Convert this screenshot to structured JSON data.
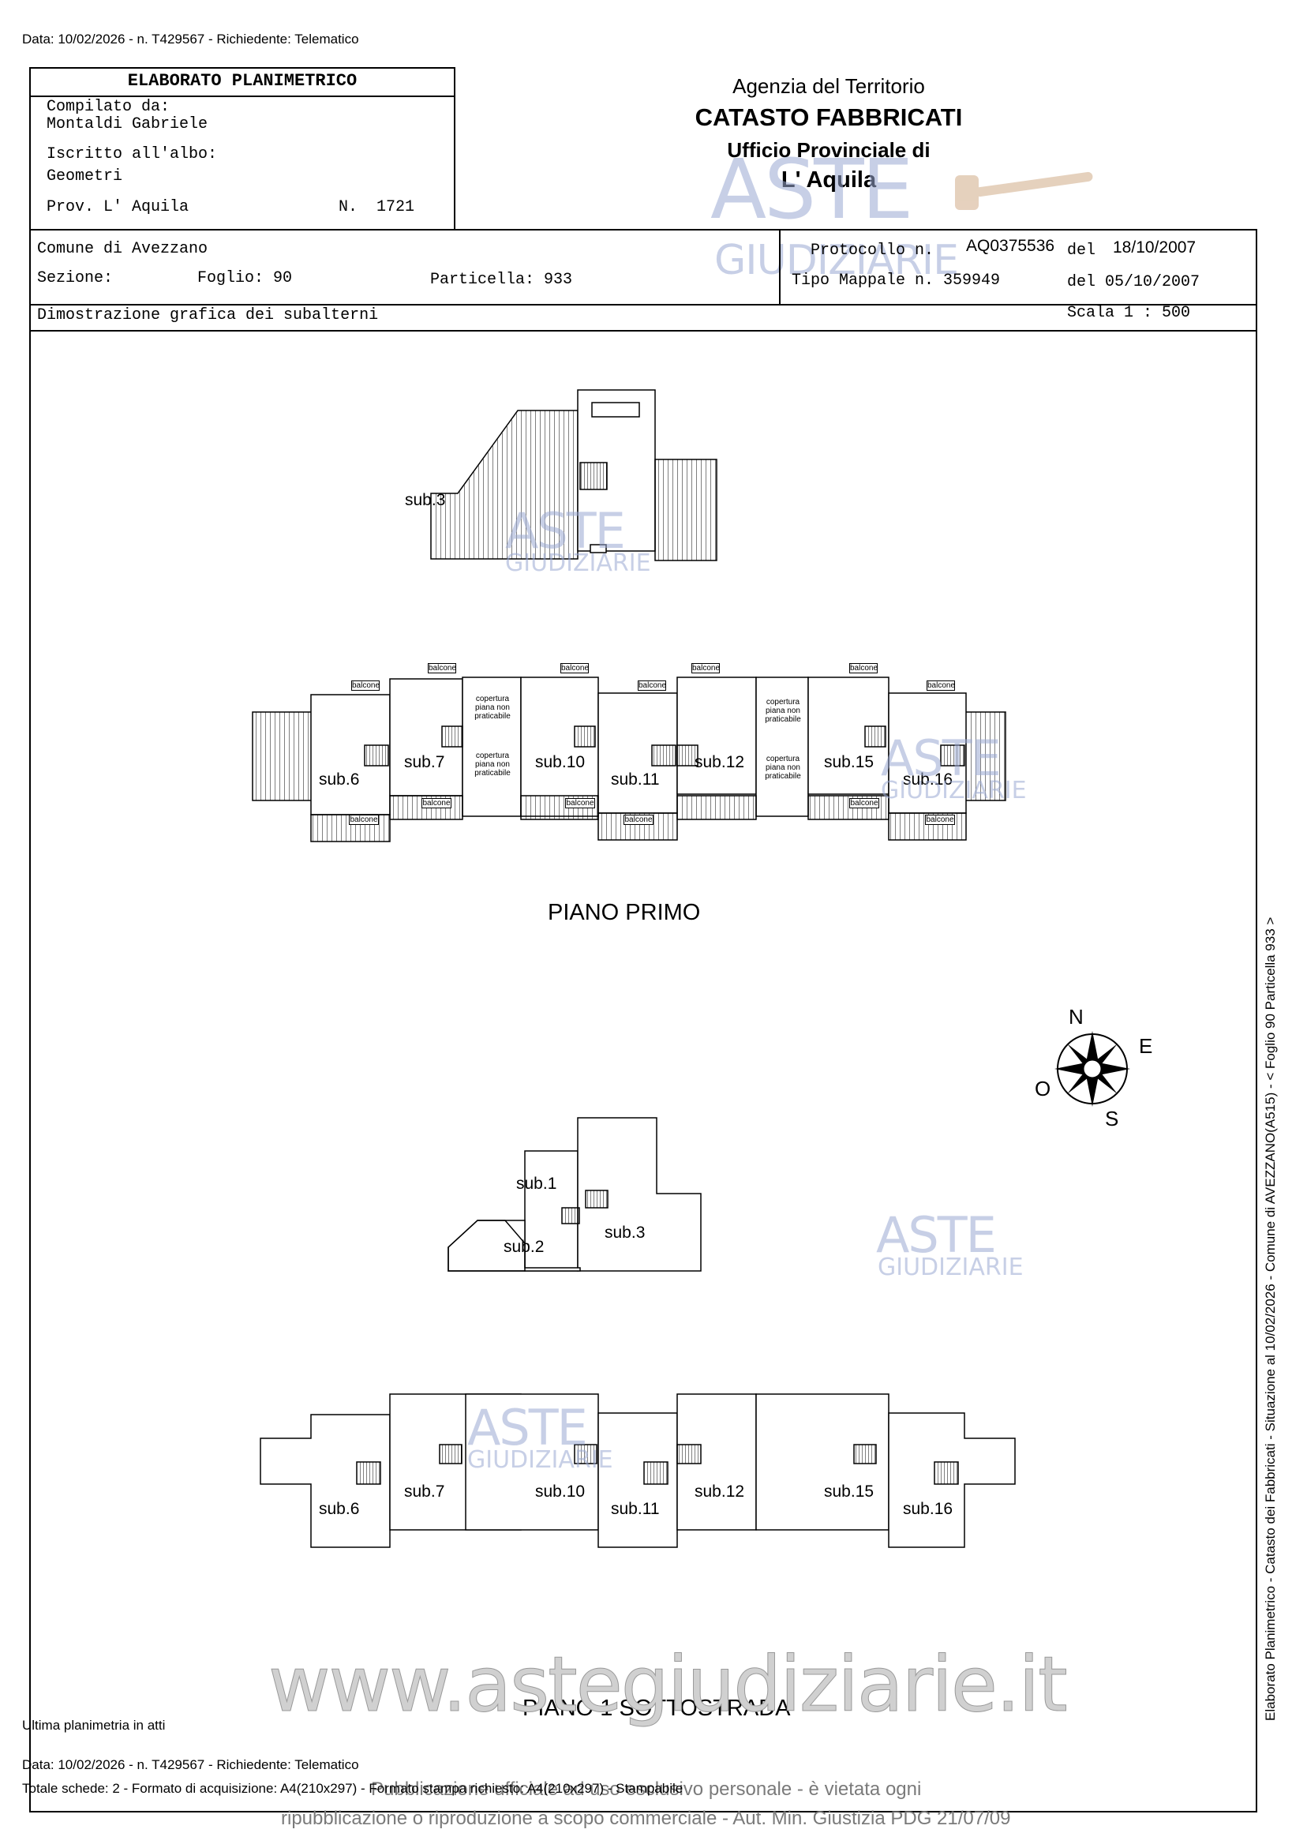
{
  "header": {
    "request_line": "Data: 10/02/2026 - n. T429567 - Richiedente: Telematico",
    "title": "ELABORATO PLANIMETRICO",
    "compiled_label": "Compilato da:",
    "compiled_name": "Montaldi Gabriele",
    "registered_label": "Iscritto all'albo:",
    "registered_value": "Geometri",
    "province": "Prov. L' Aquila",
    "number": "N.  1721",
    "agency": "Agenzia del Territorio",
    "catasto": "CATASTO FABBRICATI",
    "office": "Ufficio Provinciale di",
    "office_city": "L' Aquila"
  },
  "info": {
    "comune": "Comune di Avezzano",
    "sezione": "Sezione:",
    "foglio": "Foglio: 90",
    "particella": "Particella: 933",
    "protocollo_label": "Protocollo n.",
    "protocollo_value": "AQ0375536",
    "protocollo_del": "del",
    "protocollo_date": "18/10/2007",
    "tipo_mappale": "Tipo Mappale n. 359949",
    "tipo_mappale_date": "del 05/10/2007",
    "dimostrazione": "Dimostrazione grafica dei subalterni",
    "scala": "Scala 1 : 500"
  },
  "plans": {
    "piano_primo": "PIANO PRIMO",
    "piano_sottostrada": "PIANO 1 SOTTOSTRADA",
    "top_sub": "sub.3",
    "upper_units": [
      "sub.6",
      "sub.7",
      "sub.10",
      "sub.11",
      "sub.12",
      "sub.15",
      "sub.16"
    ],
    "balcone": "balcone",
    "copertura": [
      "copertura",
      "piana non",
      "praticabile"
    ],
    "ground_units": [
      "sub.1",
      "sub.2",
      "sub.3"
    ],
    "lower_units": [
      "sub.6",
      "sub.7",
      "sub.10",
      "sub.11",
      "sub.12",
      "sub.15",
      "sub.16"
    ]
  },
  "compass": {
    "n": "N",
    "e": "E",
    "s": "S",
    "o": "O"
  },
  "watermark": {
    "aste": "ASTE",
    "giudiziarie": "GIUDIZIARIE",
    "site": "www.astegiudiziarie.it",
    "notice_1": "Pubblicazione ufficiale ad uso esclusivo personale - è vietata ogni",
    "notice_2": "ripubblicazione o riproduzione a scopo commerciale - Aut. Min. Giustizia PDG 21/07/09"
  },
  "footer": {
    "last_plan": "Ultima planimetria in atti",
    "request_line": "Data: 10/02/2026 - n. T429567 - Richiedente: Telematico",
    "totals": "Totale schede: 2 - Formato di acquisizione: A4(210x297) - Formato stampa richiesto: A4(210x297) - Stampabile",
    "side_text": "Elaborato Planimetrico - Catasto dei Fabbricati - Situazione al 10/02/2026 - Comune di AVEZZANO(A515) - < Foglio 90 Particella 933 >"
  }
}
